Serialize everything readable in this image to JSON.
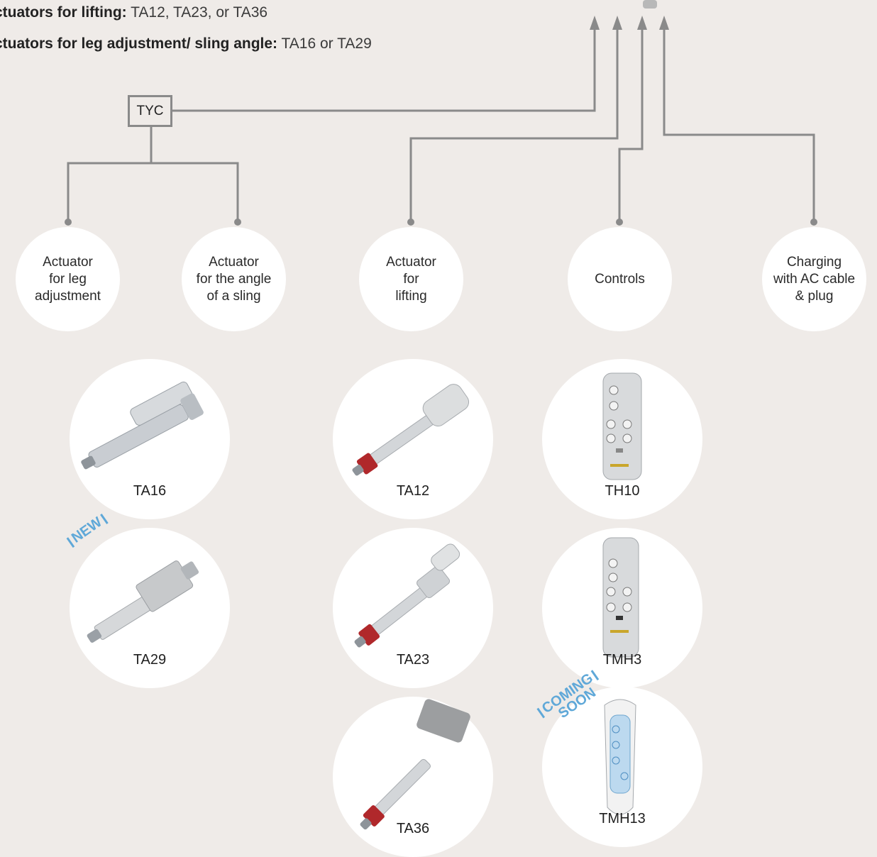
{
  "header": {
    "line1_bold": "ctuators for lifting:",
    "line1_rest": " TA12, TA23, or TA36",
    "line2_bold": "ctuators for leg adjustment/ sling angle:",
    "line2_rest": " TA16 or TA29"
  },
  "hub": {
    "label": "TYC"
  },
  "categories": [
    {
      "line1": "Actuator",
      "line2": "for leg",
      "line3": "adjustment"
    },
    {
      "line1": "Actuator",
      "line2": "for the angle",
      "line3": "of a sling"
    },
    {
      "line1": "Actuator",
      "line2": "for",
      "line3": "lifting"
    },
    {
      "line1": "Controls"
    },
    {
      "line1": "Charging",
      "line2": "with AC cable",
      "line3": "& plug"
    }
  ],
  "products": {
    "ta16": "TA16",
    "ta29": "TA29",
    "ta12": "TA12",
    "ta23": "TA23",
    "ta36": "TA36",
    "th10": "TH10",
    "tmh3": "TMH3",
    "tmh13": "TMH13"
  },
  "badges": {
    "new": "NEW",
    "coming": "COMING",
    "soon": "SOON"
  },
  "colors": {
    "background": "#efebe8",
    "wire": "#8a8a8a",
    "badge": "#5fa8d8",
    "lift_cap": "#b0282b"
  }
}
